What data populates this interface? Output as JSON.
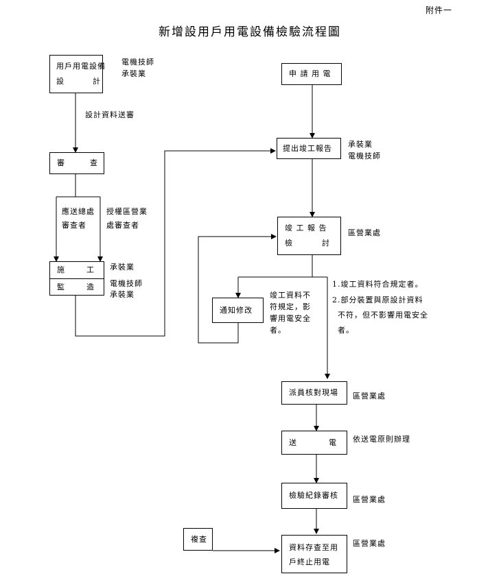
{
  "header": {
    "attachment": "附件一",
    "title": "新增設用戶用電設備檢驗流程圖"
  },
  "left_flow": {
    "design_box": {
      "line1": "用戶用電設備",
      "line2a": "設",
      "line2b": "計"
    },
    "design_role": {
      "line1": "電機技師",
      "line2": "承裝業"
    },
    "design_arrow_label": "設計資料送審",
    "review_box": {
      "a": "審",
      "b": "查"
    },
    "branch_left": {
      "line1": "應送總處",
      "line2": "審查者"
    },
    "branch_right": {
      "line1": "授權區營業",
      "line2": "處審查者"
    },
    "construction_box": {
      "row1a": "施",
      "row1b": "工",
      "row2a": "監",
      "row2b": "造"
    },
    "construction_role1": "承裝業",
    "construction_role2": {
      "line1": "電機技師",
      "line2": "承裝業"
    }
  },
  "right_flow": {
    "apply_box": "申 請 用 電",
    "report_box": "提出竣工報告",
    "report_role": {
      "line1": "承裝業",
      "line2": "電機技師"
    },
    "check_box": {
      "line1": "竣 工 報 告",
      "line2a": "檢",
      "line2b": "討"
    },
    "check_role": "區營業處",
    "notify_box": "通知修改",
    "fail_note": {
      "line1": "竣工資料不",
      "line2": "符規定，影",
      "line3": "響用電安全",
      "line4": "者。"
    },
    "pass_note": {
      "line1": "1.竣工資料符合規定者。",
      "line2": "2.部分裝置與原設計資料",
      "line3": "不符，但不影響用電安全",
      "line4": "者。"
    },
    "dispatch_box": "派員核對現場",
    "dispatch_role": "區營業處",
    "power_box": {
      "a": "送",
      "b": "電"
    },
    "power_role": "依送電原則辦理",
    "audit_box": "檢驗紀錄審核",
    "audit_role": "區營業處",
    "archive_box": {
      "line1": "資料存查至用",
      "line2": "戶終止用電"
    },
    "archive_role": "區營業處",
    "recheck_box": "複查"
  }
}
